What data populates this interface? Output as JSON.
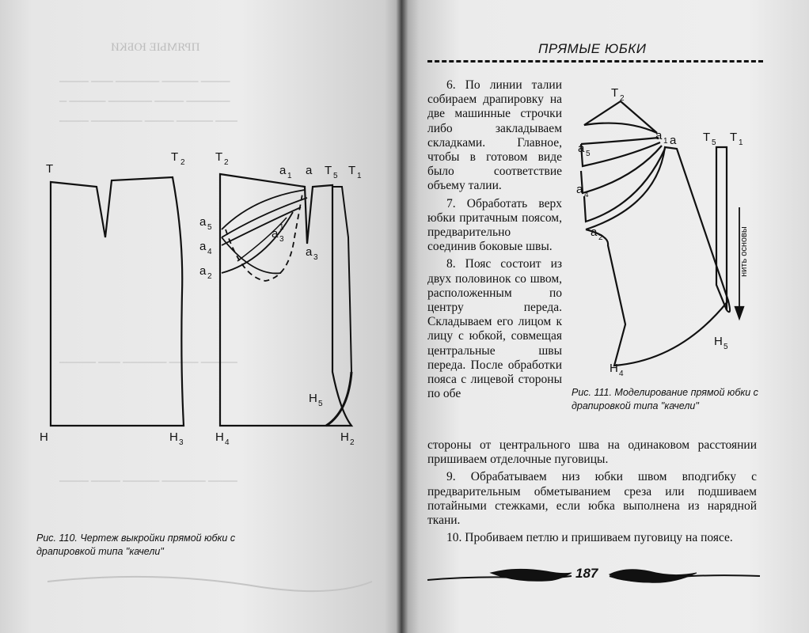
{
  "header": {
    "title": "ПРЯМЫЕ ЮБКИ"
  },
  "page_number": "187",
  "captions": {
    "fig110": "Рис. 110. Чертеж выкройки прямой юбки с драпировкой типа \"качели\"",
    "fig111": "Рис. 111. Моделирование прямой юбки с драпировкой типа \"качели\""
  },
  "paragraphs": [
    "6. По линии талии собираем драпировку на две машинные строчки либо закладываем складками. Главное, чтобы в готовом виде было соответствие объему талии.",
    "7. Обработать верх юбки притачным поясом, предварительно соединив боковые швы.",
    "8. Пояс состоит из двух половинок со швом, расположенным по центру переда. Складываем его лицом к лицу с юбкой, совмещая центральные швы переда. После обработки пояса с лицевой стороны по обе",
    "стороны от центрального шва на одинаковом расстоянии пришиваем отделочные пуговицы.",
    "9. Обрабатываем низ юбки швом вподгибку с предварительным обметыванием среза или подшиваем потайными стежками, если юбка выполнена из нарядной ткани.",
    "10. Пробиваем петлю и пришиваем пуговицу на поясе."
  ],
  "fig110": {
    "labels": [
      "Т",
      "Т",
      "2",
      "Н",
      "Н",
      "3",
      "Т",
      "2",
      "а",
      "1",
      "а",
      "Т",
      "5",
      "Т",
      "1",
      "а",
      "5",
      "а",
      "4",
      "а",
      "2",
      "а",
      "3",
      "1",
      "а",
      "3",
      "Н",
      "5",
      "Н",
      "4",
      "Н",
      "2"
    ]
  },
  "fig111": {
    "labels": [
      "Т",
      "2",
      "а",
      "5",
      "а",
      "1",
      "а",
      "Т",
      "5",
      "Т",
      "1",
      "а",
      "4",
      "а",
      "2",
      "Н",
      "5",
      "Н",
      "4"
    ],
    "grain": "нить основы"
  }
}
